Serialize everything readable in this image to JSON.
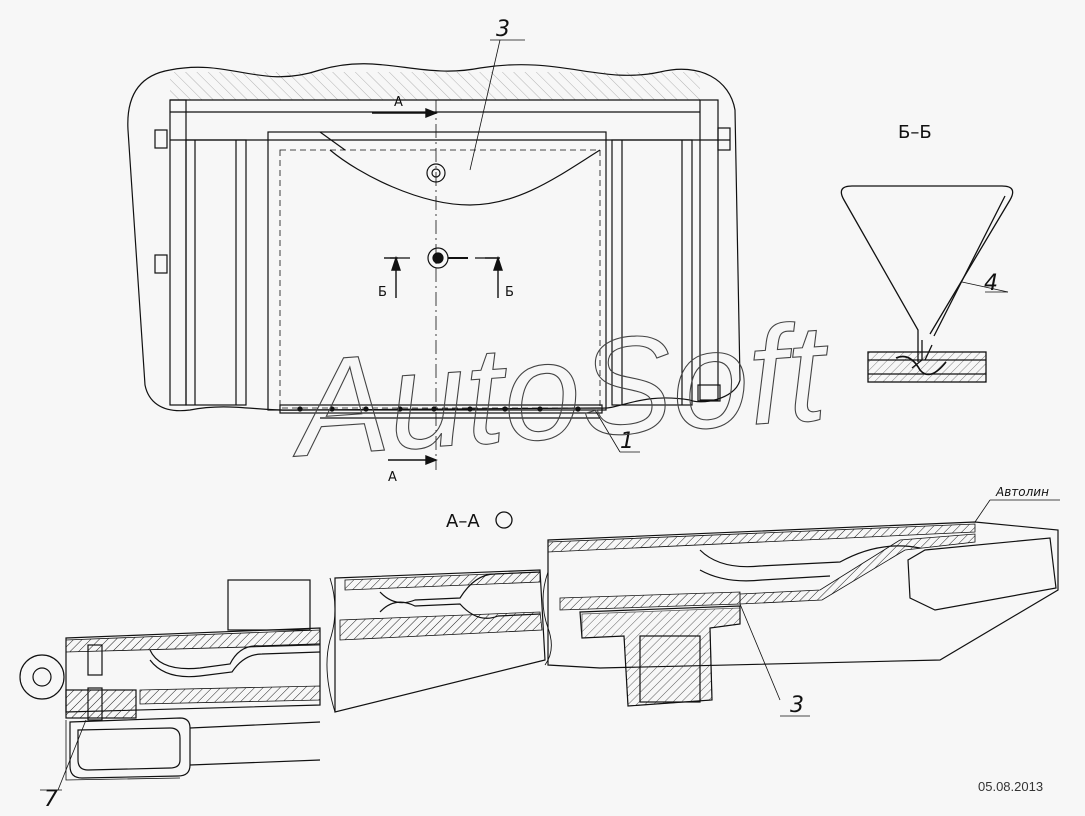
{
  "section_labels": {
    "section_b": "Б–Б",
    "section_a": "А–А"
  },
  "cut_markers": {
    "a_top": "А",
    "a_bottom": "А",
    "b_left": "Б",
    "b_right": "Б"
  },
  "callouts": {
    "part_1": "1",
    "part_3_top": "3",
    "part_3_bottom": "3",
    "part_4": "4",
    "part_7": "7"
  },
  "watermark": "AutoSoft",
  "brand_note": "Автолин",
  "date": "05.08.2013"
}
